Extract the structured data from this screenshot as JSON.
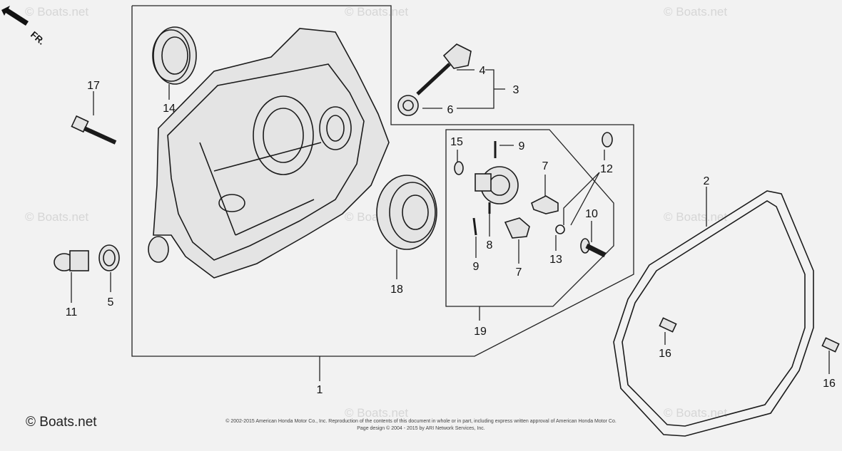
{
  "watermark_text": "© Boats.net",
  "brand_text": "© Boats.net",
  "direction_label": "FR.",
  "copyright_line1": "© 2002-2015 American Honda Motor Co., Inc. Reproduction of the contents of this document in whole or in part, including express written approval of American Honda Motor Co.",
  "copyright_line2": "Page design © 2004 - 2015 by ARI Network Services, Inc.",
  "callouts": [
    {
      "id": "1",
      "text": "1"
    },
    {
      "id": "2",
      "text": "2"
    },
    {
      "id": "3",
      "text": "3"
    },
    {
      "id": "4",
      "text": "4"
    },
    {
      "id": "5",
      "text": "5"
    },
    {
      "id": "6",
      "text": "6"
    },
    {
      "id": "7a",
      "text": "7"
    },
    {
      "id": "7b",
      "text": "7"
    },
    {
      "id": "8",
      "text": "8"
    },
    {
      "id": "9a",
      "text": "9"
    },
    {
      "id": "9b",
      "text": "9"
    },
    {
      "id": "10",
      "text": "10"
    },
    {
      "id": "11",
      "text": "11"
    },
    {
      "id": "12",
      "text": "12"
    },
    {
      "id": "13",
      "text": "13"
    },
    {
      "id": "14",
      "text": "14"
    },
    {
      "id": "15",
      "text": "15"
    },
    {
      "id": "16a",
      "text": "16"
    },
    {
      "id": "16b",
      "text": "16"
    },
    {
      "id": "17",
      "text": "17"
    },
    {
      "id": "18",
      "text": "18"
    },
    {
      "id": "19",
      "text": "19"
    }
  ]
}
